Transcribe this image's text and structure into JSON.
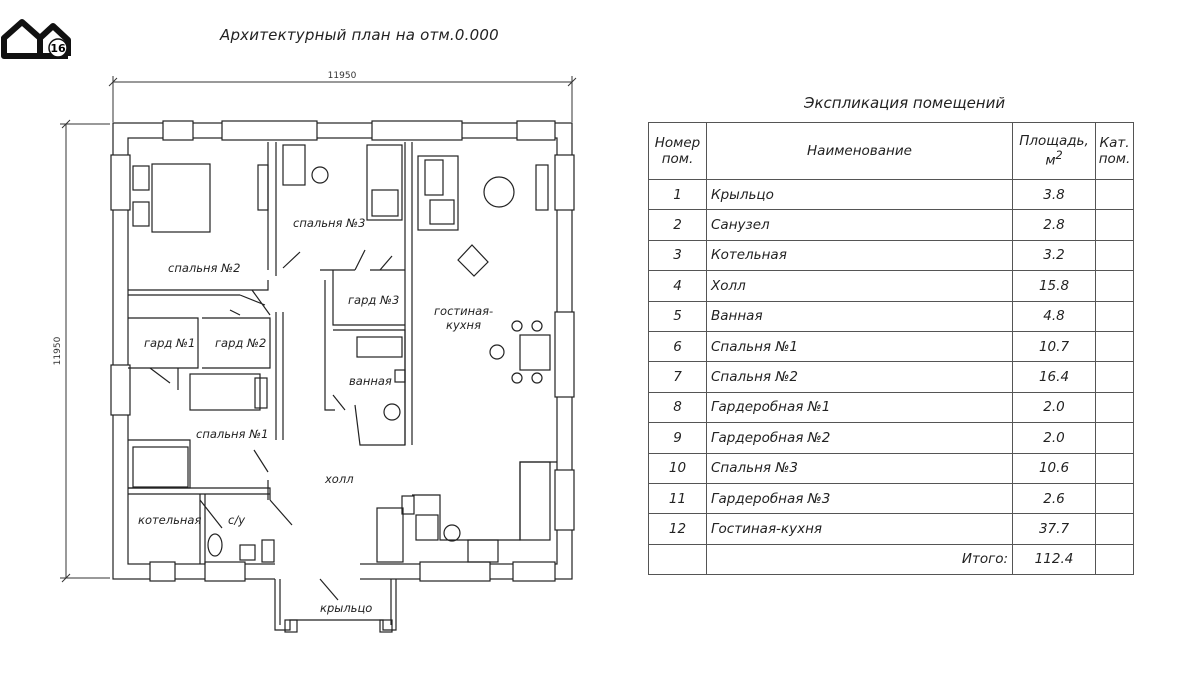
{
  "logo": {
    "badge": "16"
  },
  "plan": {
    "title": "Архитектурный план на отм.0.000",
    "dimension_width": "11950",
    "dimension_height": "11950",
    "rooms": {
      "bedroom2": "спальня №2",
      "bedroom3": "спальня №3",
      "bedroom1": "спальня №1",
      "wardrobe1": "гард №1",
      "wardrobe2": "гард №2",
      "wardrobe3": "гард №3",
      "living_kitchen_1": "гостиная-",
      "living_kitchen_2": "кухня",
      "bathroom": "ванная",
      "hall": "холл",
      "boiler": "котельная",
      "wc": "с/у",
      "porch": "крыльцо"
    }
  },
  "explication": {
    "title": "Экспликация помещений",
    "headers": {
      "num_1": "Номер",
      "num_2": "пом.",
      "name": "Наименование",
      "area_1": "Площадь,",
      "area_2": "м",
      "area_sup": "2",
      "cat_1": "Кат.",
      "cat_2": "пом."
    },
    "rows": [
      {
        "n": "1",
        "name": "Крыльцо",
        "area": "3.8"
      },
      {
        "n": "2",
        "name": "Санузел",
        "area": "2.8"
      },
      {
        "n": "3",
        "name": "Котельная",
        "area": "3.2"
      },
      {
        "n": "4",
        "name": "Холл",
        "area": "15.8"
      },
      {
        "n": "5",
        "name": "Ванная",
        "area": "4.8"
      },
      {
        "n": "6",
        "name": "Спальня №1",
        "area": "10.7"
      },
      {
        "n": "7",
        "name": "Спальня №2",
        "area": "16.4"
      },
      {
        "n": "8",
        "name": "Гардеробная №1",
        "area": "2.0"
      },
      {
        "n": "9",
        "name": "Гардеробная №2",
        "area": "2.0"
      },
      {
        "n": "10",
        "name": "Спальня №3",
        "area": "10.6"
      },
      {
        "n": "11",
        "name": "Гардеробная №3",
        "area": "2.6"
      },
      {
        "n": "12",
        "name": "Гостиная-кухня",
        "area": "37.7"
      }
    ],
    "total_label": "Итого:",
    "total_value": "112.4"
  }
}
